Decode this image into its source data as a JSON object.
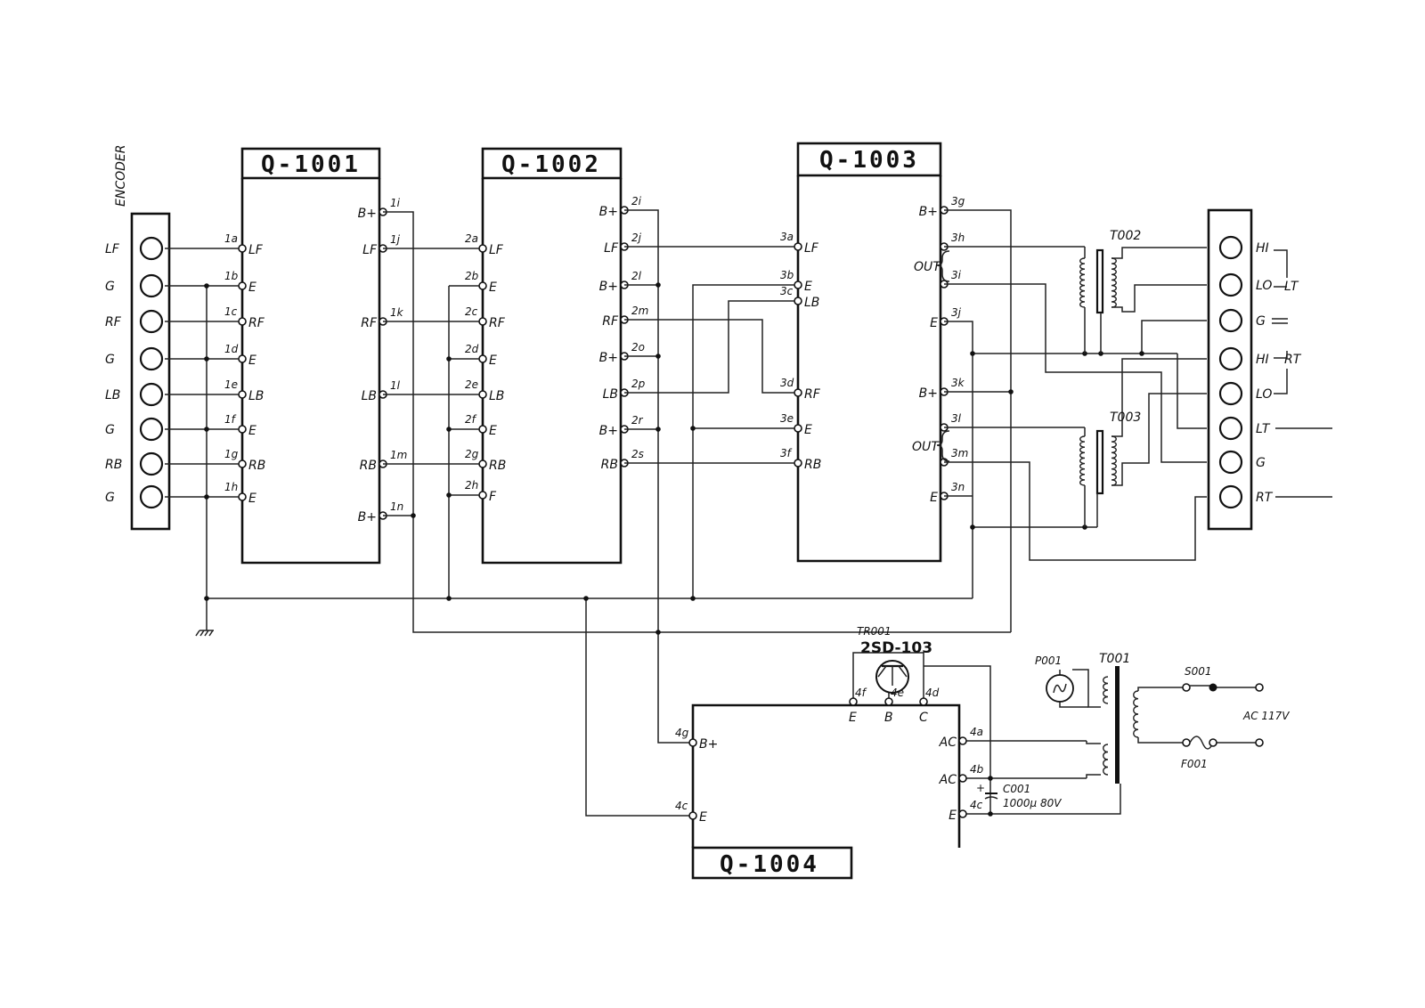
{
  "modules": {
    "q1001": {
      "title": "Q-1001"
    },
    "q1002": {
      "title": "Q-1002"
    },
    "q1003": {
      "title": "Q-1003"
    },
    "q1004": {
      "title": "Q-1004"
    }
  },
  "encoder": {
    "title": "ENCODER",
    "labels": [
      "LF",
      "G",
      "RF",
      "G",
      "LB",
      "G",
      "RB",
      "G"
    ]
  },
  "q1001_left": [
    {
      "pin": "1a",
      "sig": "LF"
    },
    {
      "pin": "1b",
      "sig": "E"
    },
    {
      "pin": "1c",
      "sig": "RF"
    },
    {
      "pin": "1d",
      "sig": "E"
    },
    {
      "pin": "1e",
      "sig": "LB"
    },
    {
      "pin": "1f",
      "sig": "E"
    },
    {
      "pin": "1g",
      "sig": "RB"
    },
    {
      "pin": "1h",
      "sig": "E"
    }
  ],
  "q1001_right": [
    {
      "pin": "1i",
      "sig": "B+"
    },
    {
      "pin": "1j",
      "sig": "LF"
    },
    {
      "pin": "1k",
      "sig": "RF"
    },
    {
      "pin": "1l",
      "sig": "LB"
    },
    {
      "pin": "1m",
      "sig": "RB"
    },
    {
      "pin": "1n",
      "sig": "B+"
    }
  ],
  "q1002_left": [
    {
      "pin": "2a",
      "sig": "LF"
    },
    {
      "pin": "2b",
      "sig": "E"
    },
    {
      "pin": "2c",
      "sig": "RF"
    },
    {
      "pin": "2d",
      "sig": "E"
    },
    {
      "pin": "2e",
      "sig": "LB"
    },
    {
      "pin": "2f",
      "sig": "E"
    },
    {
      "pin": "2g",
      "sig": "RB"
    },
    {
      "pin": "2h",
      "sig": "F"
    }
  ],
  "q1002_right": [
    {
      "pin": "2i",
      "sig": "B+"
    },
    {
      "pin": "2j",
      "sig": "LF"
    },
    {
      "pin": "2l",
      "sig": "B+"
    },
    {
      "pin": "2m",
      "sig": "RF"
    },
    {
      "pin": "2o",
      "sig": "B+"
    },
    {
      "pin": "2p",
      "sig": "LB"
    },
    {
      "pin": "2r",
      "sig": "B+"
    },
    {
      "pin": "2s",
      "sig": "RB"
    }
  ],
  "q1003_left": [
    {
      "pin": "3a",
      "sig": "LF"
    },
    {
      "pin": "3b",
      "sig": "E"
    },
    {
      "pin": "3c",
      "sig": "LB"
    },
    {
      "pin": "3d",
      "sig": "RF"
    },
    {
      "pin": "3e",
      "sig": "E"
    },
    {
      "pin": "3f",
      "sig": "RB"
    }
  ],
  "q1003_right": [
    {
      "pin": "3g",
      "sig": "B+"
    },
    {
      "pin": "3h",
      "sig": ""
    },
    {
      "pin": "3i",
      "sig": ""
    },
    {
      "pin": "3j",
      "sig": "E"
    },
    {
      "pin": "3k",
      "sig": "B+"
    },
    {
      "pin": "3l",
      "sig": ""
    },
    {
      "pin": "3m",
      "sig": ""
    },
    {
      "pin": "3n",
      "sig": "E"
    }
  ],
  "out_label": "OUT",
  "transformers": {
    "t002": "T002",
    "t003": "T003",
    "t001": "T001"
  },
  "output_terminal": {
    "labels": [
      "HI",
      "LO",
      "G",
      "HI",
      "LO",
      "LT",
      "G",
      "RT"
    ],
    "group_lt": "LT",
    "group_rt": "RT"
  },
  "transistor": {
    "ref": "TR001",
    "part": "2SD-103"
  },
  "q1004_top": [
    {
      "pin": "4f",
      "sig": "E"
    },
    {
      "pin": "4e",
      "sig": "B"
    },
    {
      "pin": "4d",
      "sig": "C"
    }
  ],
  "q1004_left": [
    {
      "pin": "4g",
      "sig": "B+"
    },
    {
      "pin": "4c",
      "sig": "E"
    }
  ],
  "q1004_right": [
    {
      "pin": "4a",
      "sig": "AC"
    },
    {
      "pin": "4b",
      "sig": "AC"
    },
    {
      "pin": "4c",
      "sig": "E"
    }
  ],
  "lamp": "P001",
  "switch": "S001",
  "fuse": "F001",
  "capacitor": {
    "ref": "C001",
    "value": "1000μ 80V"
  },
  "cap_polarity": "+",
  "ac_label": "AC 117V"
}
